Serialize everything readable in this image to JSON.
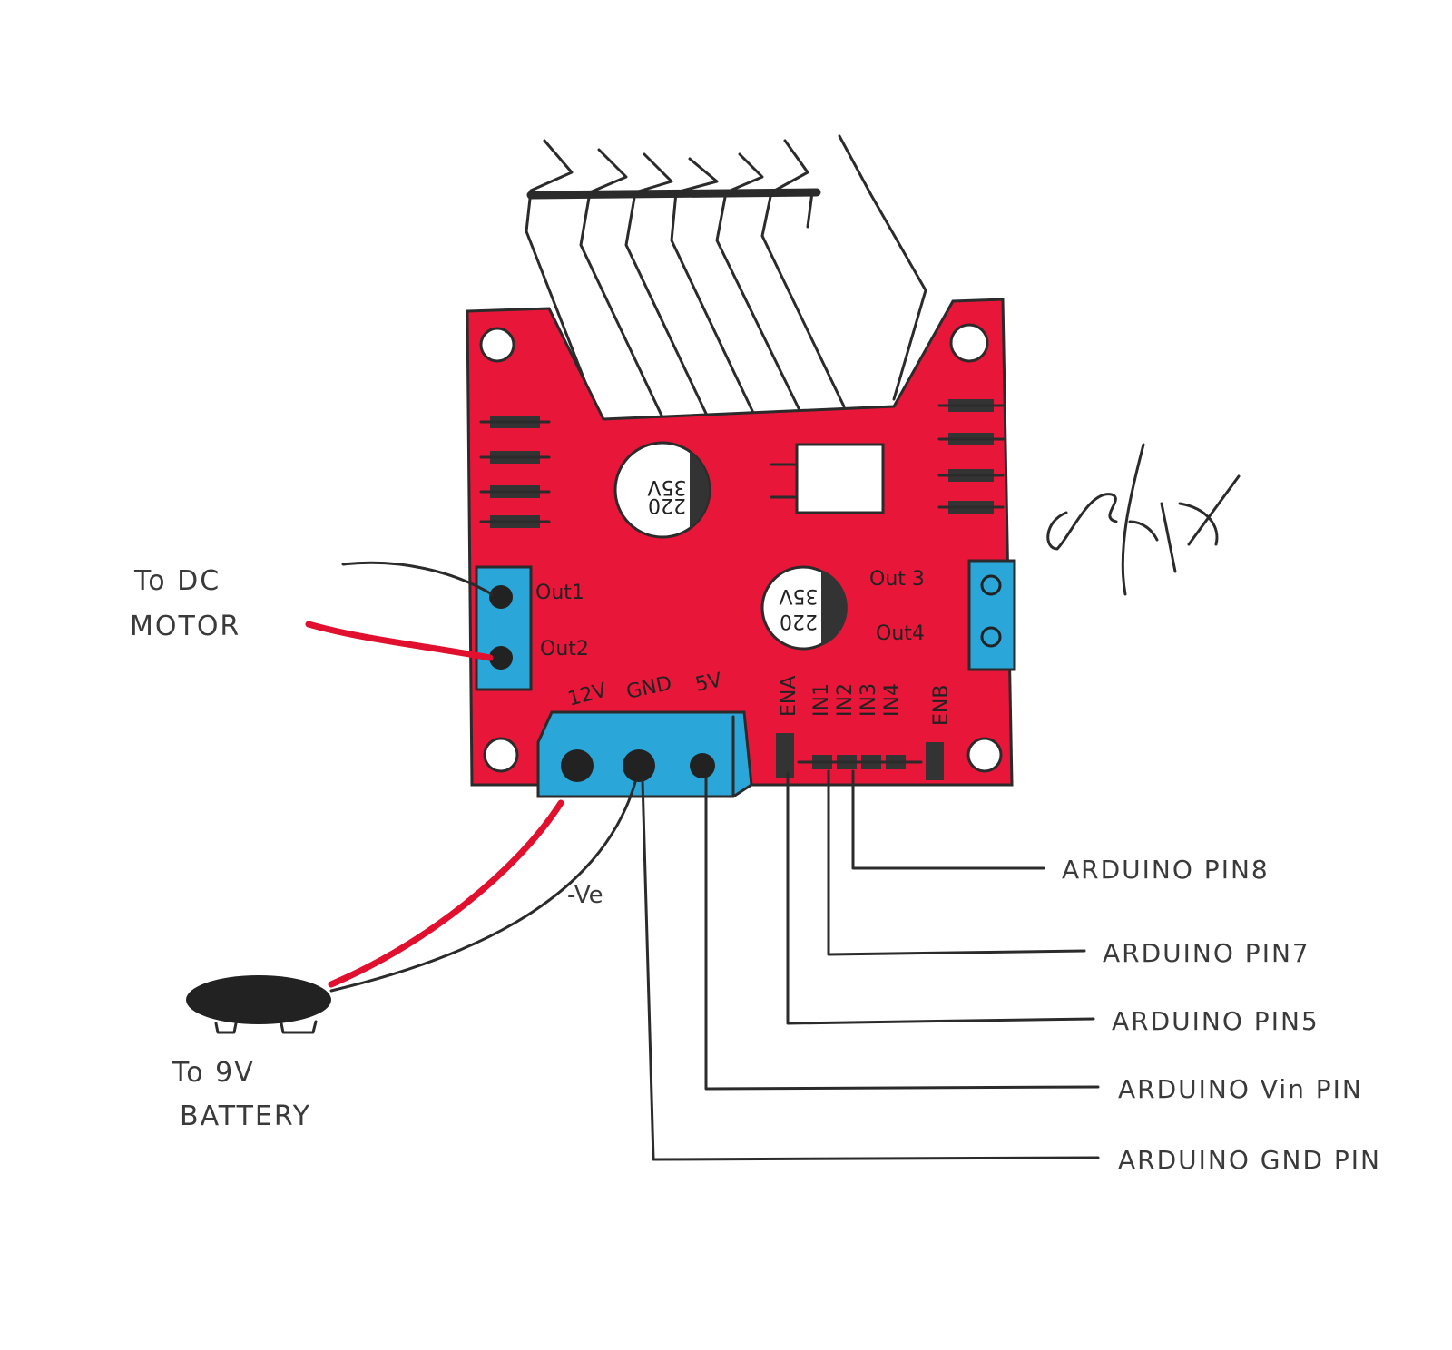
{
  "labels": {
    "dc_motor_line1": "To DC",
    "dc_motor_line2": "MOTOR",
    "battery_line1": "To 9V",
    "battery_line2": "BATTERY",
    "negative": "-Ve"
  },
  "board": {
    "out1": "Out1",
    "out2": "Out2",
    "out3": "Out 3",
    "out4": "Out4",
    "v12": "12V",
    "gnd": "GND",
    "v5": "5V",
    "ena": "ENA",
    "in1": "IN1",
    "in2": "IN2",
    "in3": "IN3",
    "in4": "IN4",
    "enb": "ENB",
    "cap1_value": "220",
    "cap1_rating": "35V",
    "cap2_value": "220",
    "cap2_rating": "35V"
  },
  "arduino_pins": [
    "ARDUINO PIN8",
    "ARDUINO PIN7",
    "ARDUINO PIN5",
    "ARDUINO Vin PIN",
    "ARDUINO GND PIN"
  ],
  "colors": {
    "board": "#e8173a",
    "terminal": "#2aa6d8",
    "wire_red": "#e0102e",
    "ink": "#2b2b2b"
  }
}
